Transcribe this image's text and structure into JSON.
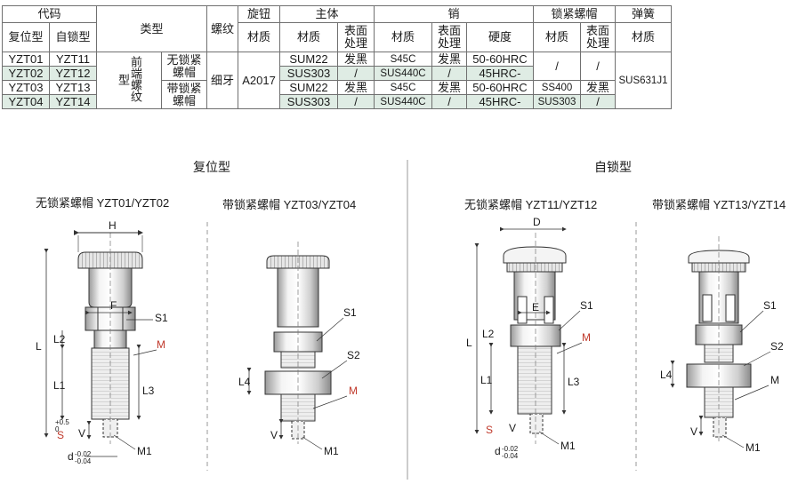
{
  "table": {
    "headers": {
      "code": "代码",
      "type": "类型",
      "thread": "螺纹",
      "knob": "旋钮",
      "body": "主体",
      "pin": "销",
      "lock_nut": "锁紧螺帽",
      "spring": "弹簧",
      "reset_type": "复位型",
      "self_lock_type": "自锁型",
      "material": "材质",
      "surface": "表面处理",
      "hardness": "硬度"
    },
    "type_group": "前端螺纹型",
    "type_no_lock": "无锁紧螺帽",
    "type_with_lock": "带锁紧螺帽",
    "thread_value": "细牙",
    "knob_value": "A2017",
    "spring_value": "SUS631J1",
    "rows": [
      {
        "reset": "YZT01",
        "self": "YZT11",
        "body_mat": "SUM22",
        "body_surf": "发黑",
        "pin_mat": "S45C",
        "pin_surf": "发黑",
        "hardness": "50-60HRC"
      },
      {
        "reset": "YZT02",
        "self": "YZT12",
        "body_mat": "SUS303",
        "body_surf": "/",
        "pin_mat": "SUS440C",
        "pin_surf": "/",
        "hardness": "45HRC-"
      },
      {
        "reset": "YZT03",
        "self": "YZT13",
        "body_mat": "SUM22",
        "body_surf": "发黑",
        "pin_mat": "S45C",
        "pin_surf": "发黑",
        "hardness": "50-60HRC",
        "nut_mat": "SS400",
        "nut_surf": "发黑"
      },
      {
        "reset": "YZT04",
        "self": "YZT14",
        "body_mat": "SUS303",
        "body_surf": "/",
        "pin_mat": "SUS440C",
        "pin_surf": "/",
        "hardness": "45HRC-",
        "nut_mat": "SUS303",
        "nut_surf": "/"
      }
    ],
    "nut_empty": "/"
  },
  "sections": {
    "reset": "复位型",
    "self_lock": "自锁型"
  },
  "drawings": {
    "d1_title": "无锁紧螺帽 YZT01/YZT02",
    "d2_title": "带锁紧螺帽 YZT03/YZT04",
    "d3_title": "无锁紧螺帽 YZT11/YZT12",
    "d4_title": "带锁紧螺帽 YZT13/YZT14"
  },
  "dims": {
    "H": "H",
    "D": "D",
    "F": "F",
    "E": "E",
    "L": "L",
    "L1": "L1",
    "L2": "L2",
    "L3": "L3",
    "L4": "L4",
    "S1": "S1",
    "S2": "S2",
    "M": "M",
    "M1": "M1",
    "V": "V",
    "S": "S",
    "S_tol_up": "+0.5",
    "S_tol_lo": "0",
    "d": "d",
    "d_tol_up": "-0.02",
    "d_tol_lo": "-0.04"
  }
}
